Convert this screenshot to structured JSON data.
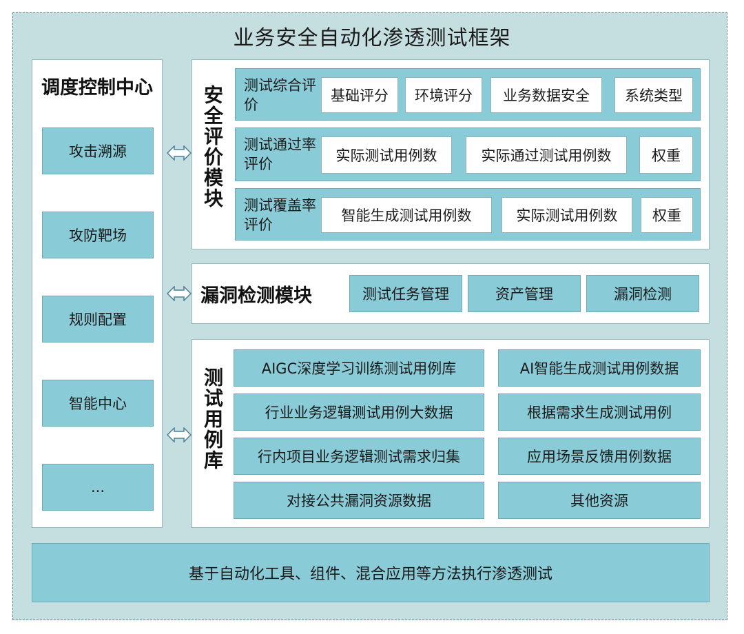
{
  "title": "业务安全自动化渗透测试框架",
  "scheduler": {
    "title": "调度控制中心",
    "items": [
      "攻击溯源",
      "攻防靶场",
      "规则配置",
      "智能中心",
      "..."
    ]
  },
  "security": {
    "title": "安全评价模块",
    "rows": [
      {
        "label": "测试综合评价",
        "cells": [
          "基础评分",
          "环境评分",
          "业务数据安全",
          "系统类型"
        ]
      },
      {
        "label": "测试通过率评价",
        "cells": [
          "实际测试用例数",
          "实际通过测试用例数",
          "权重"
        ]
      },
      {
        "label": "测试覆盖率评价",
        "cells": [
          "智能生成测试用例数",
          "实际测试用例数",
          "权重"
        ]
      }
    ]
  },
  "vuln": {
    "title": "漏洞检测模块",
    "cells": [
      "测试任务管理",
      "资产管理",
      "漏洞检测"
    ]
  },
  "testlib": {
    "title": "测试用例库",
    "left": [
      "AIGC深度学习训练测试用例库",
      "行业业务逻辑测试用例大数据",
      "行内项目业务逻辑测试需求归集",
      "对接公共漏洞资源数据"
    ],
    "right": [
      "AI智能生成测试用例数据",
      "根据需求生成测试用例",
      "应用场景反馈用例数据",
      "其他资源"
    ]
  },
  "footer": "基于自动化工具、组件、混合应用等方法执行渗透测试"
}
